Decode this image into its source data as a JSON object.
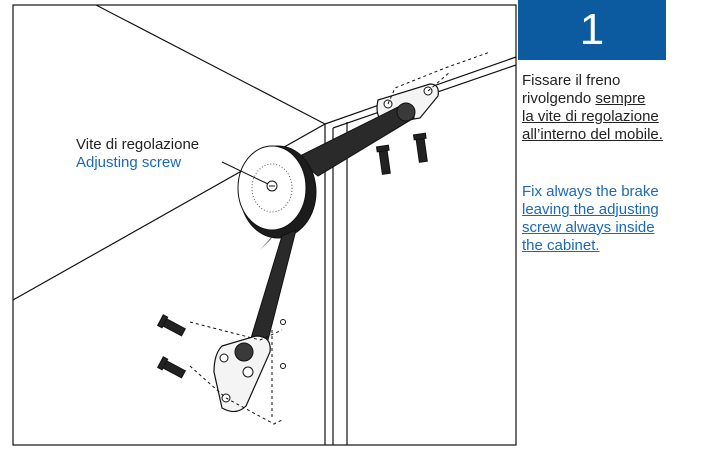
{
  "step": {
    "number": "1",
    "color": "#0c5aa0"
  },
  "callout": {
    "italian": "Vite di regolazione",
    "english": "Adjusting screw"
  },
  "instructions": {
    "italian": {
      "line1": "Fissare il freno",
      "line2": "rivolgendo ",
      "line2_underlined": "sempre",
      "line3": "la vite di regolazione",
      "line4": "all’interno del mobile."
    },
    "english": {
      "line1": "Fix always the brake",
      "line2": "leaving the adjusting",
      "line3": "screw always inside",
      "line4": "the cabinet."
    },
    "english_color": "#1a6ab3"
  },
  "illustration": {
    "icons": [
      "cabinet-drawing",
      "lid-stay-mechanism",
      "screw-icon",
      "mounting-plate"
    ]
  }
}
